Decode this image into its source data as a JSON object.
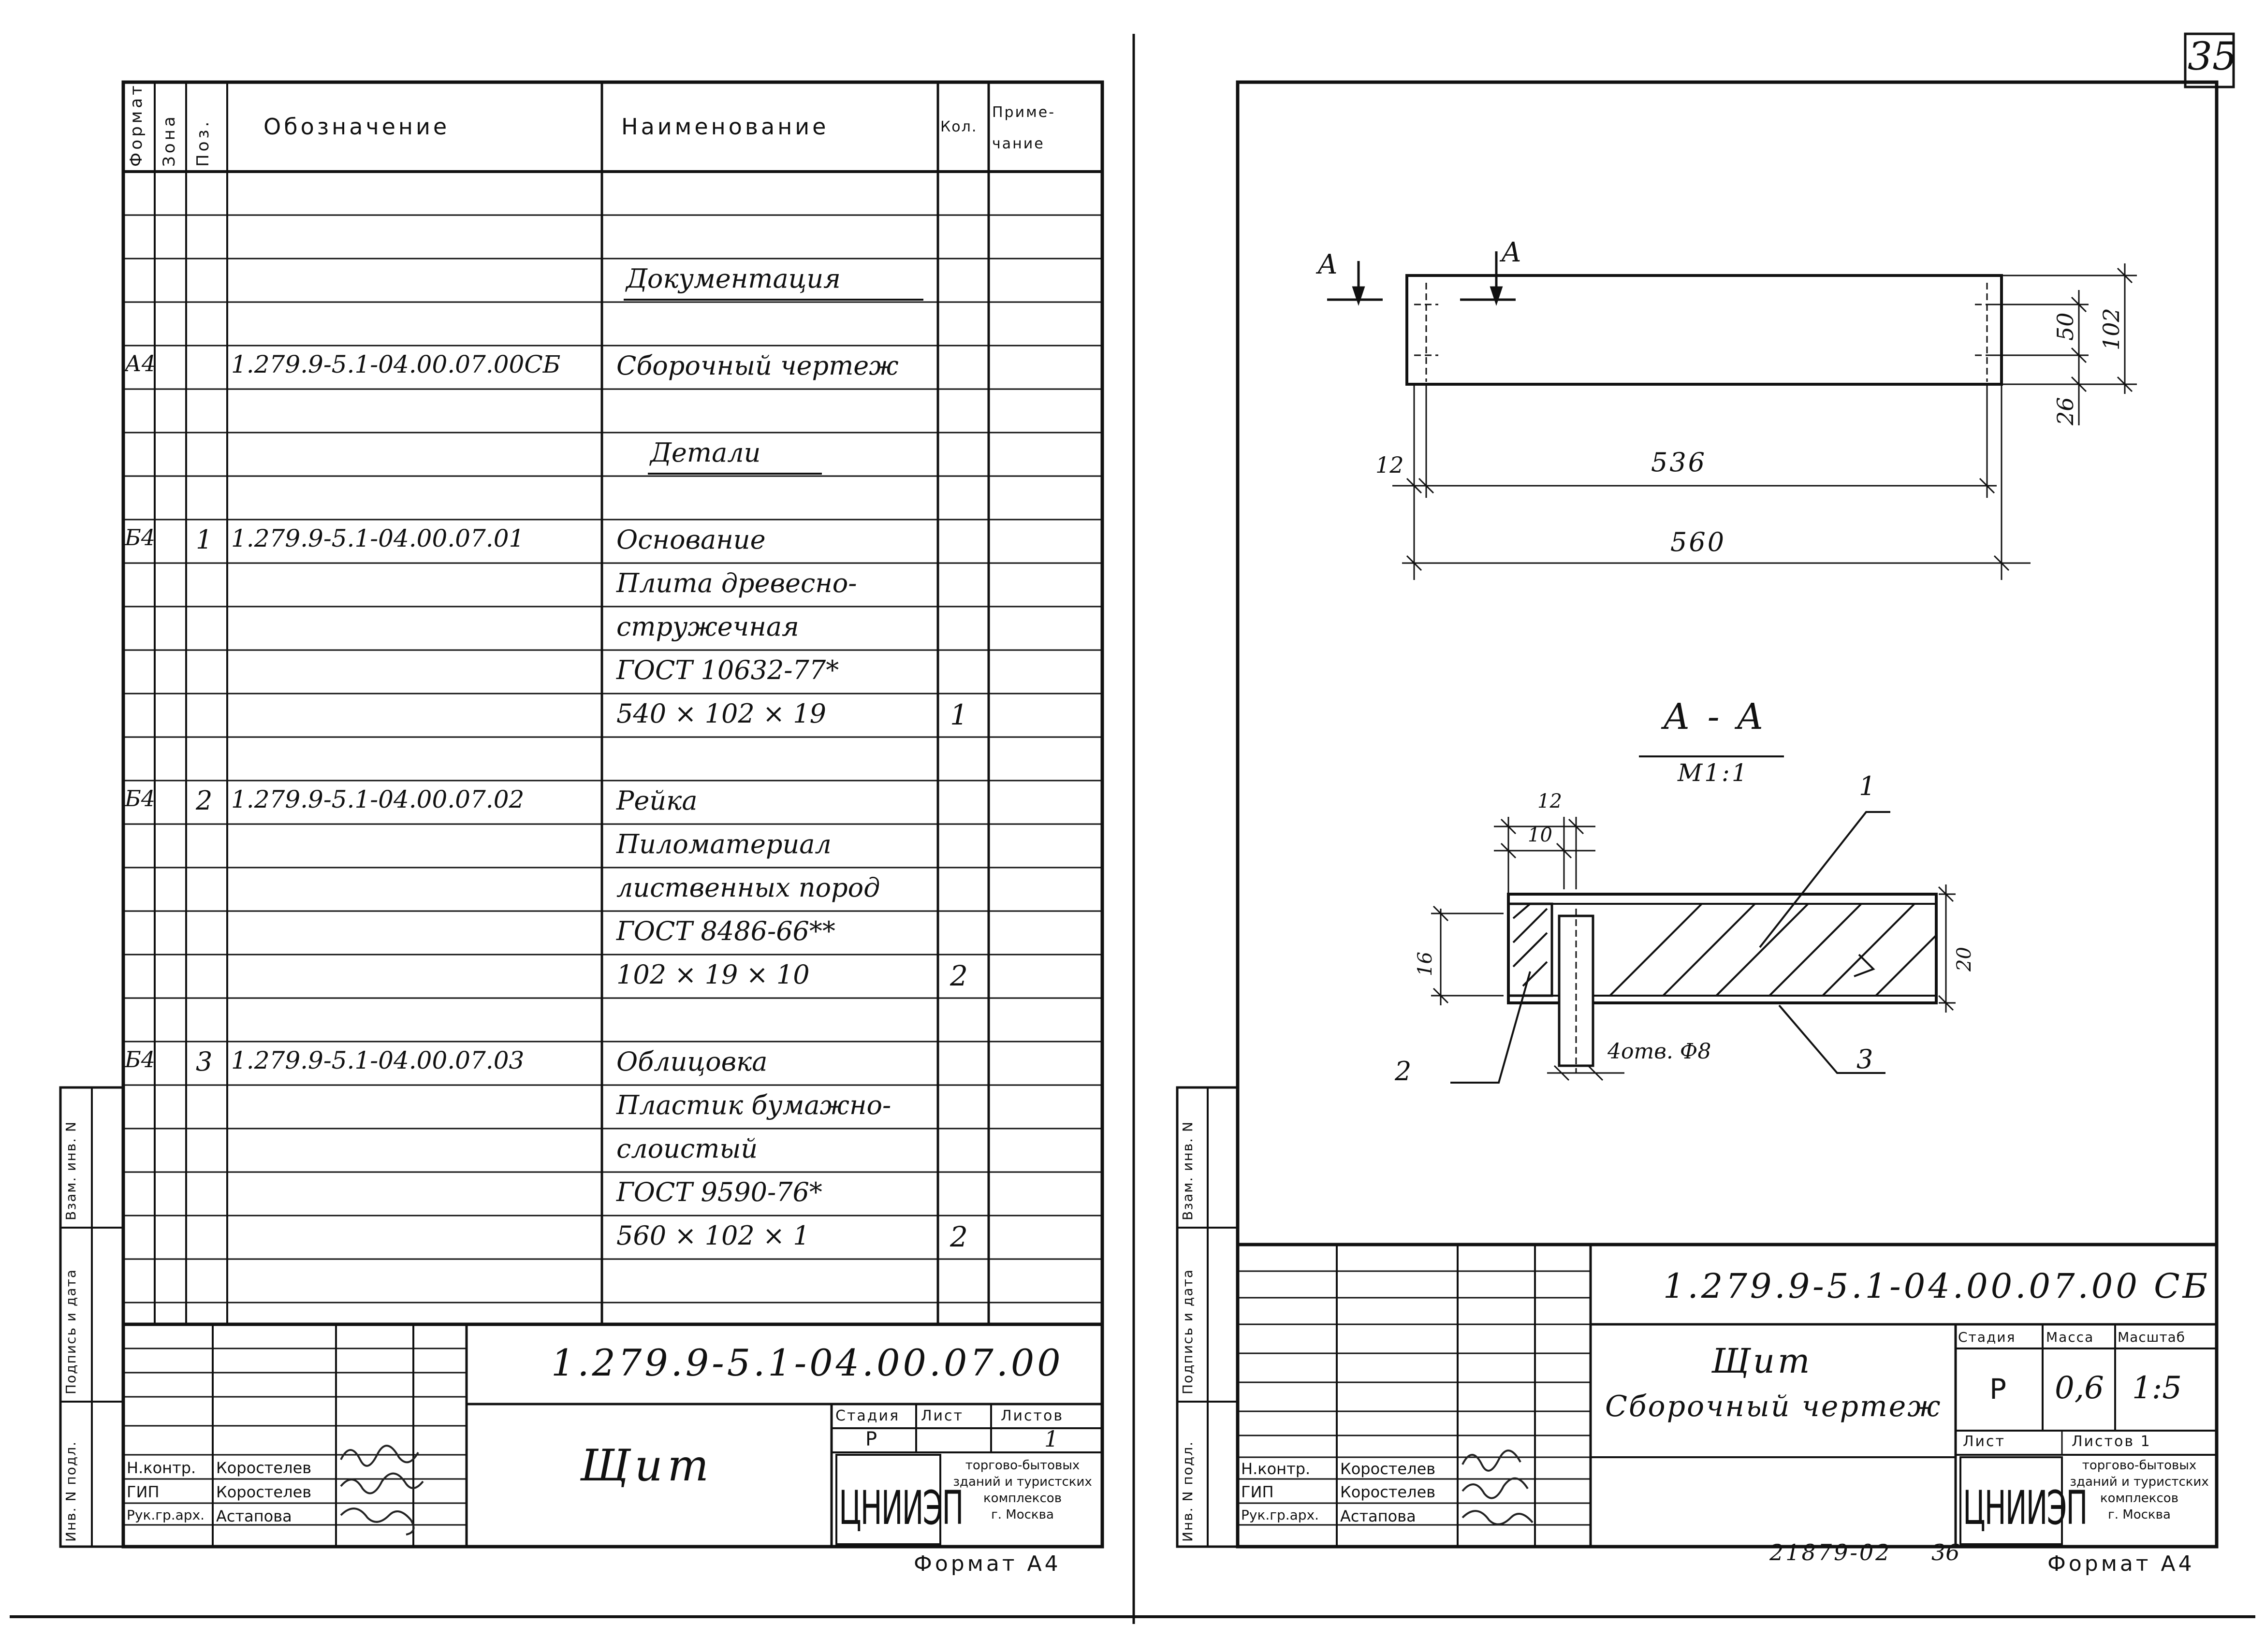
{
  "page_number": "35",
  "left_sheet": {
    "headers": {
      "format": "Формат",
      "zone": "Зона",
      "pos": "Поз.",
      "designation": "Обозначение",
      "name": "Наименование",
      "qty": "Кол.",
      "note_line1": "Приме-",
      "note_line2": "чание"
    },
    "rows": [
      {
        "fmt": "",
        "pos": "",
        "des": "",
        "name": "Документация",
        "qty": "",
        "underline": true
      },
      {
        "fmt": "А4",
        "pos": "",
        "des": "1.279.9-5.1-04.00.07.00СБ",
        "name": "Сборочный чертеж",
        "qty": ""
      },
      {
        "fmt": "",
        "pos": "",
        "des": "",
        "name": "Детали",
        "qty": "",
        "underline": true
      },
      {
        "fmt": "Б4",
        "pos": "1",
        "des": "1.279.9-5.1-04.00.07.01",
        "name": "Основание",
        "qty": ""
      },
      {
        "fmt": "",
        "pos": "",
        "des": "",
        "name": "Плита древесно-",
        "qty": ""
      },
      {
        "fmt": "",
        "pos": "",
        "des": "",
        "name": "стружечная",
        "qty": ""
      },
      {
        "fmt": "",
        "pos": "",
        "des": "",
        "name": "ГОСТ 10632-77*",
        "qty": ""
      },
      {
        "fmt": "",
        "pos": "",
        "des": "",
        "name": "540 × 102 × 19",
        "qty": "1"
      },
      {
        "fmt": "Б4",
        "pos": "2",
        "des": "1.279.9-5.1-04.00.07.02",
        "name": "Рейка",
        "qty": ""
      },
      {
        "fmt": "",
        "pos": "",
        "des": "",
        "name": "Пиломатериал",
        "qty": ""
      },
      {
        "fmt": "",
        "pos": "",
        "des": "",
        "name": "лиственных пород",
        "qty": ""
      },
      {
        "fmt": "",
        "pos": "",
        "des": "",
        "name": "ГОСТ 8486-66**",
        "qty": ""
      },
      {
        "fmt": "",
        "pos": "",
        "des": "",
        "name": "102 × 19 × 10",
        "qty": "2"
      },
      {
        "fmt": "Б4",
        "pos": "3",
        "des": "1.279.9-5.1-04.00.07.03",
        "name": "Облицовка",
        "qty": ""
      },
      {
        "fmt": "",
        "pos": "",
        "des": "",
        "name": "Пластик бумажно-",
        "qty": ""
      },
      {
        "fmt": "",
        "pos": "",
        "des": "",
        "name": "слоистый",
        "qty": ""
      },
      {
        "fmt": "",
        "pos": "",
        "des": "",
        "name": "ГОСТ 9590-76*",
        "qty": ""
      },
      {
        "fmt": "",
        "pos": "",
        "des": "",
        "name": "560 × 102 × 1",
        "qty": "2"
      }
    ],
    "title_block": {
      "code": "1.279.9-5.1-04.00.07.00",
      "title": "Щит",
      "stage_label": "Стадия",
      "sheet_label": "Лист",
      "sheets_label": "Листов",
      "stage": "Р",
      "sheets": "1",
      "org_logo": "ЦНИИЭП",
      "org_line1": "торгово-бытовых",
      "org_line2": "зданий и туристских",
      "org_line3": "комплексов",
      "org_line4": "г. Москва",
      "roles": [
        {
          "role": "Н.контр.",
          "name": "Коростелев"
        },
        {
          "role": "ГИП",
          "name": "Коростелев"
        },
        {
          "role": "Рук.гр.арх.",
          "name": "Астапова"
        }
      ]
    },
    "format_label": "Формат А4",
    "side_labels": [
      "Инв. N подл.",
      "Подпись и дата",
      "Взам. инв. N"
    ]
  },
  "right_sheet": {
    "drawing": {
      "top_view": {
        "section_mark": "А",
        "dims": {
          "length_total": "560",
          "length_inner": "536",
          "offset": "12",
          "height_total": "102",
          "hole_pitch": "50",
          "edge": "26"
        }
      },
      "section": {
        "title": "А - А",
        "scale": "М1:1",
        "dims": {
          "w12": "12",
          "w10": "10",
          "h16": "16",
          "h20": "20"
        },
        "holes_note": "4отв. Ф8",
        "callouts": [
          "1",
          "2",
          "3"
        ]
      }
    },
    "title_block": {
      "code": "1.279.9-5.1-04.00.07.00 СБ",
      "title_line1": "Щит",
      "title_line2": "Сборочный чертеж",
      "stage_label": "Стадия",
      "mass_label": "Масса",
      "scale_label": "Масштаб",
      "stage": "Р",
      "mass": "0,6",
      "scale": "1:5",
      "sheet_label": "Лист",
      "sheets_label": "Листов 1",
      "org_logo": "ЦНИИЭП",
      "org_line1": "торгово-бытовых",
      "org_line2": "зданий и туристских",
      "org_line3": "комплексов",
      "org_line4": "г. Москва",
      "roles": [
        {
          "role": "Н.контр.",
          "name": "Коростелев"
        },
        {
          "role": "ГИП",
          "name": "Коростелев"
        },
        {
          "role": "Рук.гр.арх.",
          "name": "Астапова"
        }
      ]
    },
    "archive_number": "21879-02",
    "archive_page": "36",
    "format_label": "Формат А4",
    "side_labels": [
      "Инв. N подл.",
      "Подпись и дата",
      "Взам. инв. N"
    ]
  }
}
